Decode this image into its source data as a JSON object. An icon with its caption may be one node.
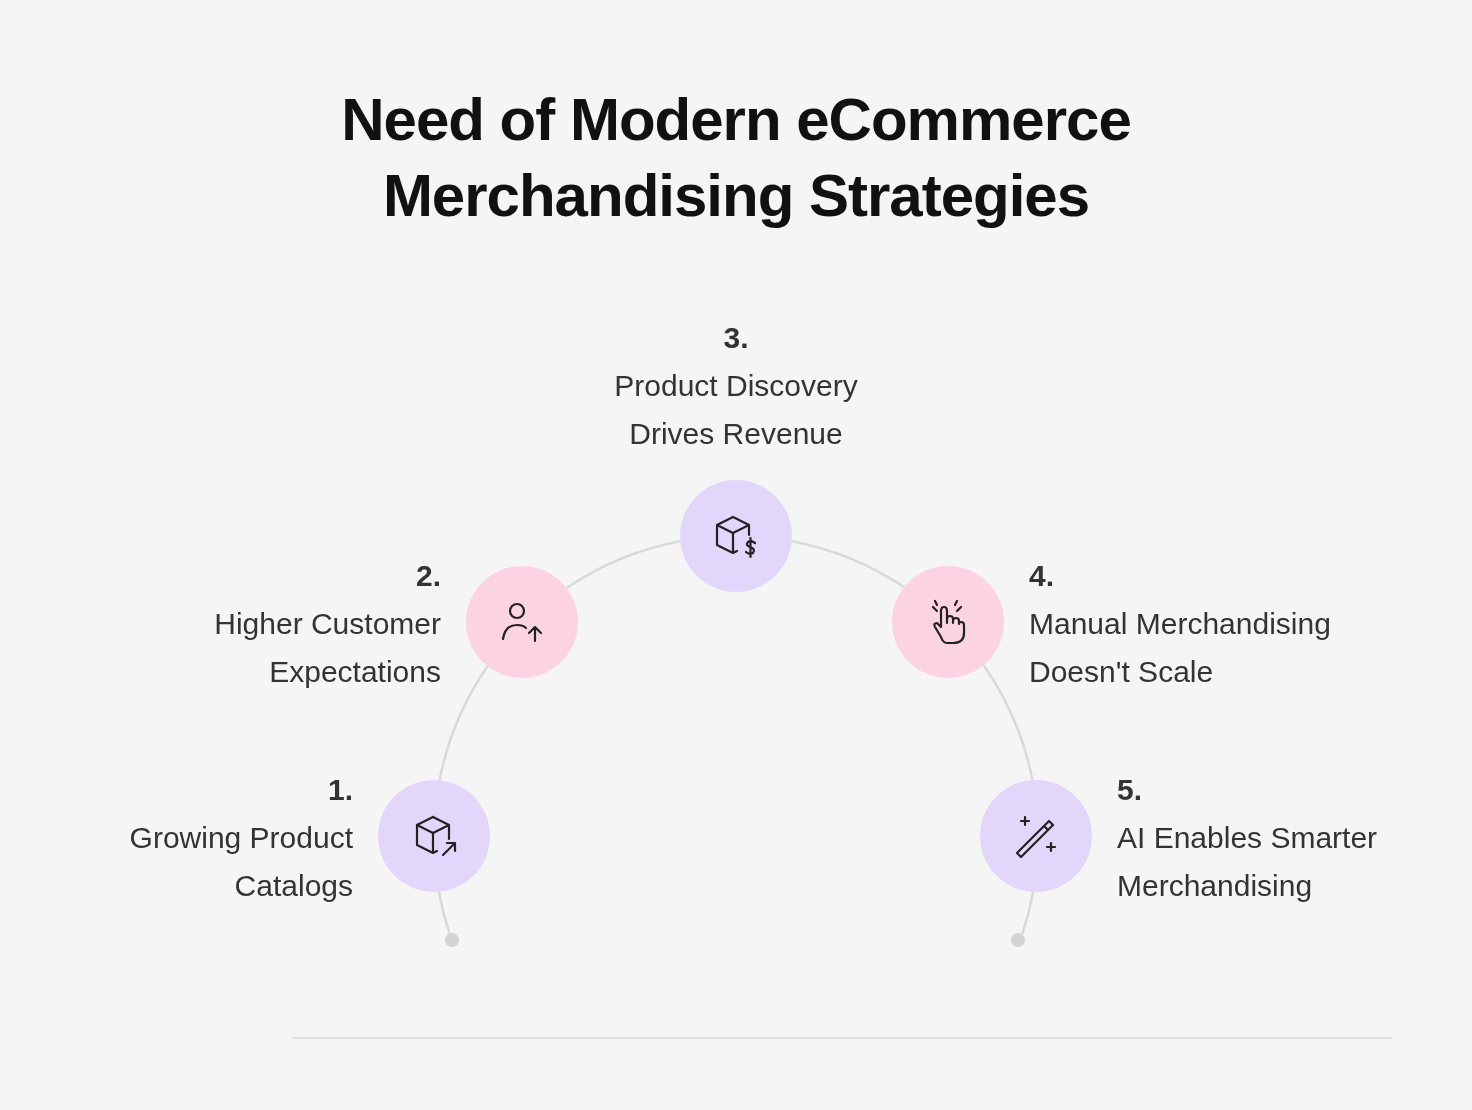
{
  "diagram": {
    "title": "**Need** of Modern eCommerce Merchandising Strategies",
    "nodes": [
      {
        "text": [],
        "shape": "circle"
      },
      {
        "text": [],
        "shape": "circle",
        "beside": [
          "1.",
          "Growing Product Catalogs"
        ]
      },
      {
        "text": [],
        "shape": "circle",
        "beside": [
          "2.",
          "Higher Customer Expectations"
        ]
      },
      {
        "text": [],
        "shape": "circle",
        "beside": [
          "3.",
          "Product Discovery Drives Revenue"
        ]
      },
      {
        "text": [],
        "shape": "circle",
        "beside": [
          "4.",
          "Manual Merchandising Doesn't Scale"
        ]
      },
      {
        "text": [],
        "shape": "circle",
        "beside": [
          "5.",
          "AI Enables Smarter Merchandising"
        ]
      },
      {
        "text": [],
        "shape": "circle"
      }
    ],
    "edges": [
      {
        "from": 0,
        "to": 1,
        "arrow": "none"
      },
      {
        "from": 1,
        "to": 2,
        "arrow": "none"
      },
      {
        "from": 2,
        "to": 3,
        "arrow": "none"
      },
      {
        "from": 3,
        "to": 4,
        "arrow": "none"
      },
      {
        "from": 4,
        "to": 5,
        "arrow": "none"
      },
      {
        "from": 5,
        "to": 6,
        "arrow": "none"
      }
    ]
  }
}
